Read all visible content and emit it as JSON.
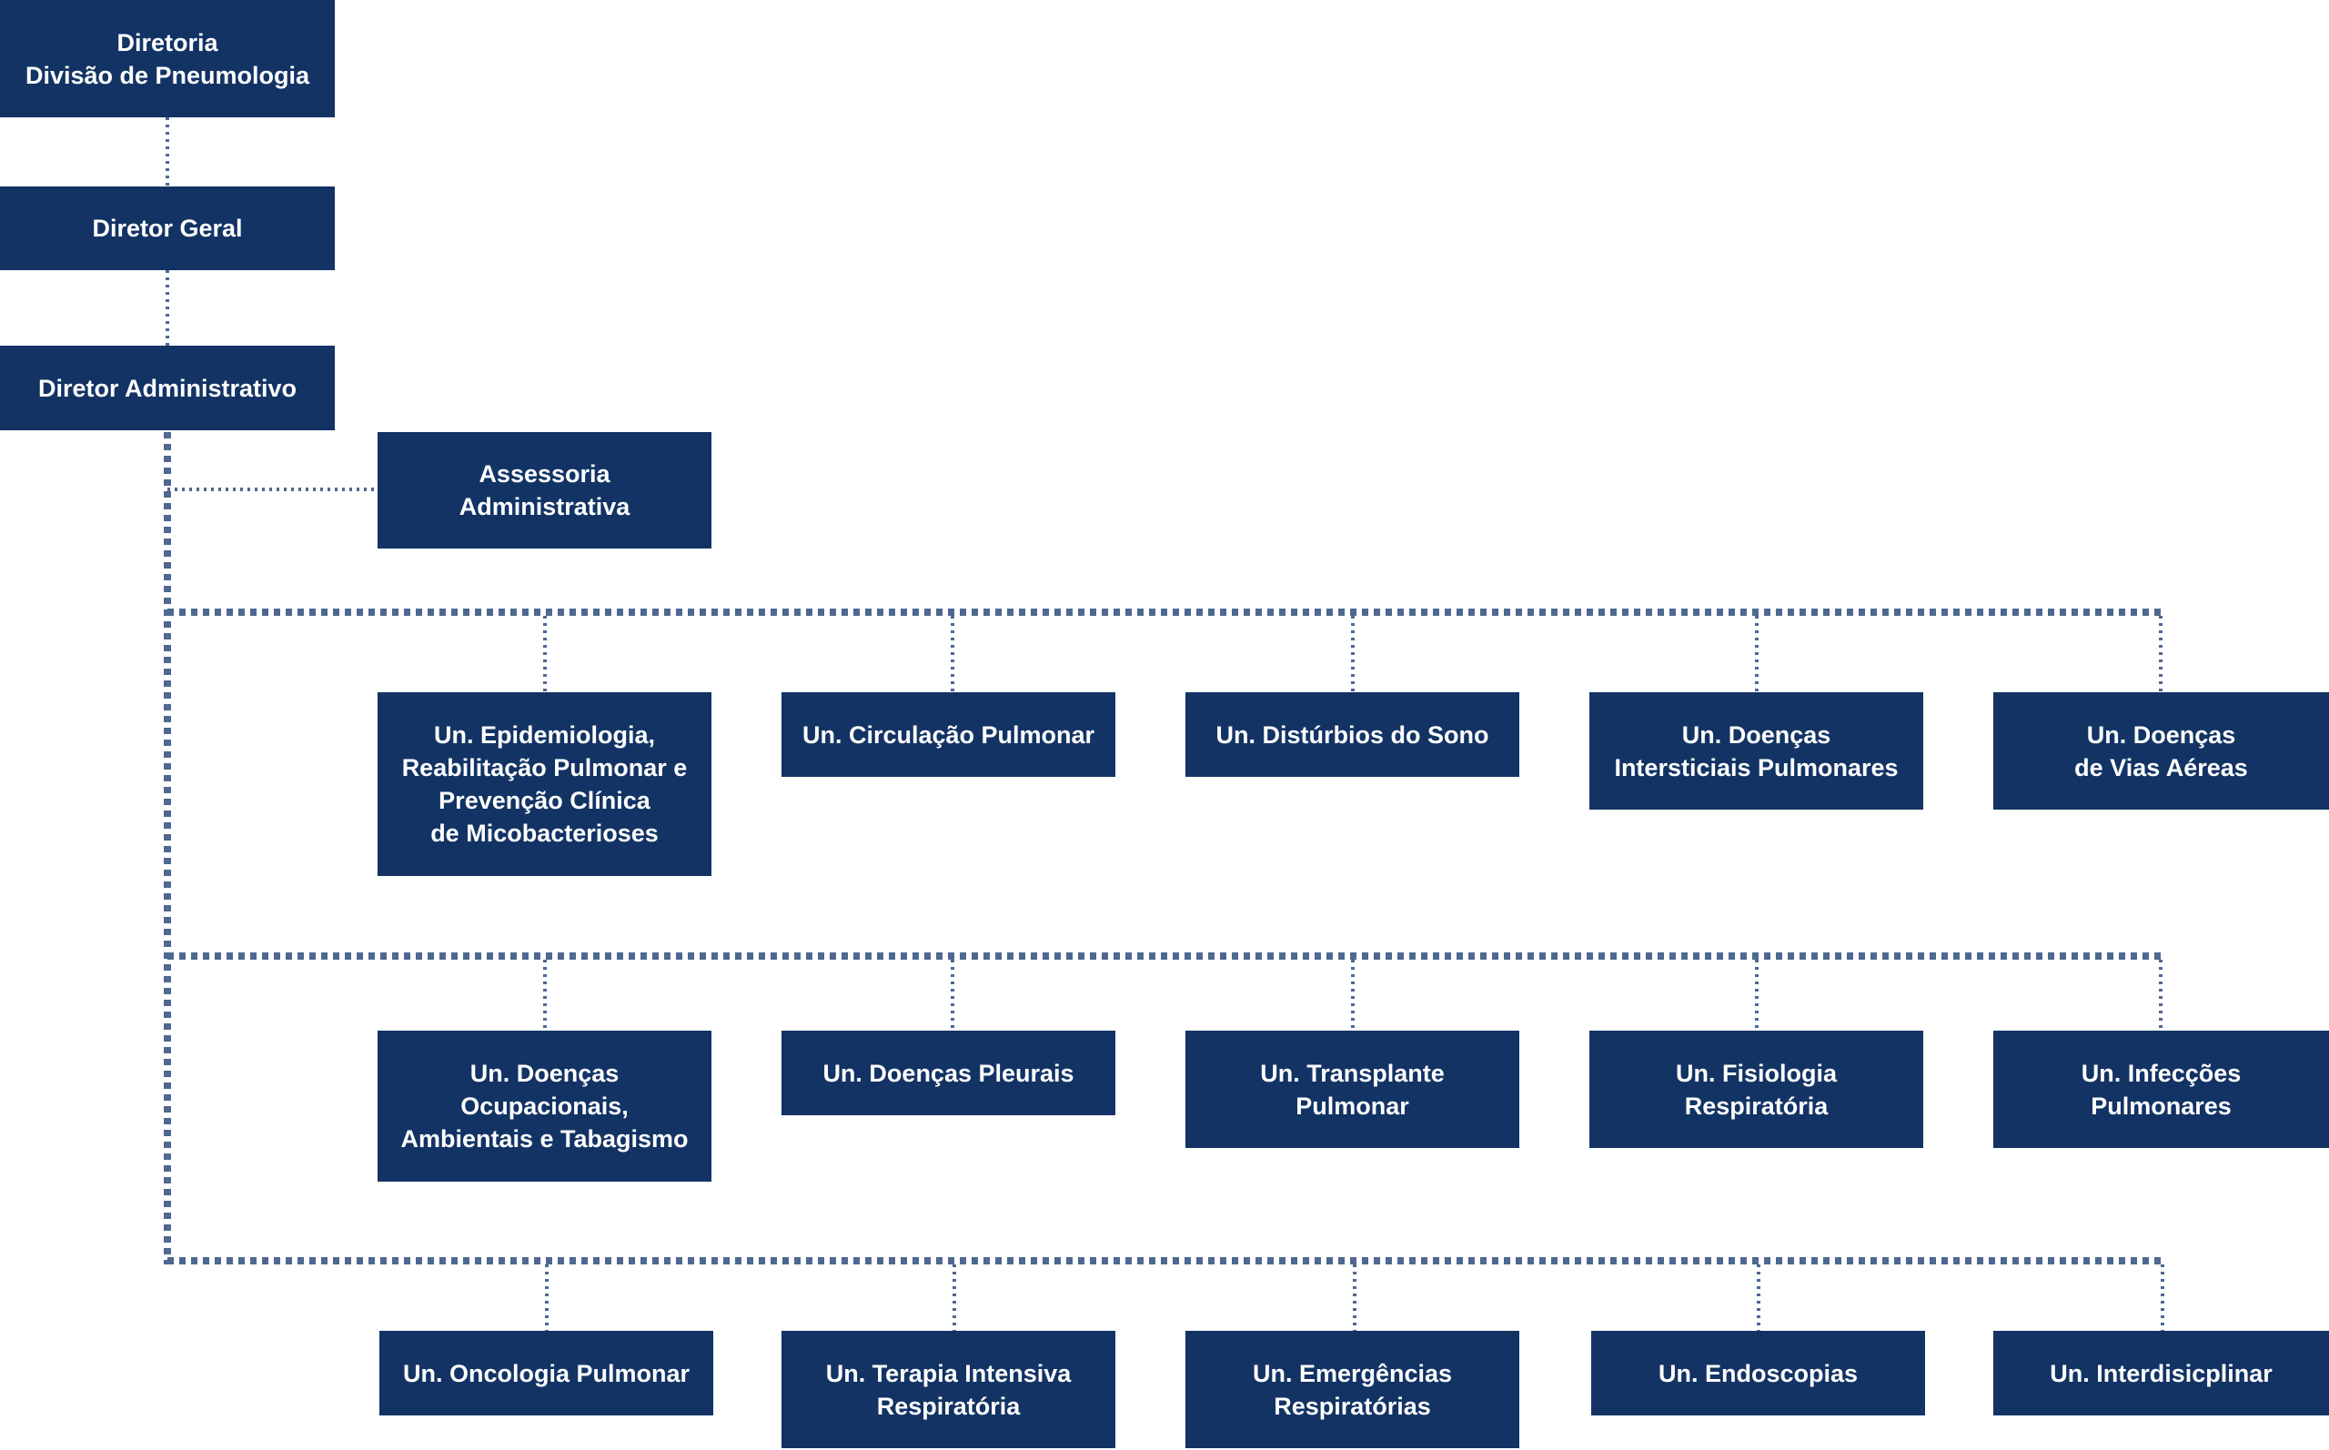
{
  "colors": {
    "box": "#123364",
    "connector": "#4e6891",
    "background": "#ffffff"
  },
  "nodes": {
    "diretoria": "Diretoria\nDivisão de Pneumologia",
    "diretor_geral": "Diretor Geral",
    "diretor_administrativo": "Diretor Administrativo",
    "assessoria": "Assessoria\nAdministrativa",
    "row1": [
      "Un. Epidemiologia,\nReabilitação Pulmonar e\nPrevenção Clínica\nde Micobacterioses",
      "Un. Circulação Pulmonar",
      "Un. Distúrbios do Sono",
      "Un. Doenças\nIntersticiais  Pulmonares",
      "Un. Doenças\nde Vias Aéreas"
    ],
    "row2": [
      "Un. Doenças\nOcupacionais,\nAmbientais e Tabagismo",
      "Un. Doenças Pleurais",
      "Un. Transplante\nPulmonar",
      "Un. Fisiologia\nRespiratória",
      "Un. Infecções\nPulmonares"
    ],
    "row3": [
      "Un. Oncologia Pulmonar",
      "Un. Terapia Intensiva\nRespiratória",
      "Un. Emergências\nRespiratórias",
      "Un. Endoscopias",
      "Un. Interdisicplinar"
    ]
  }
}
